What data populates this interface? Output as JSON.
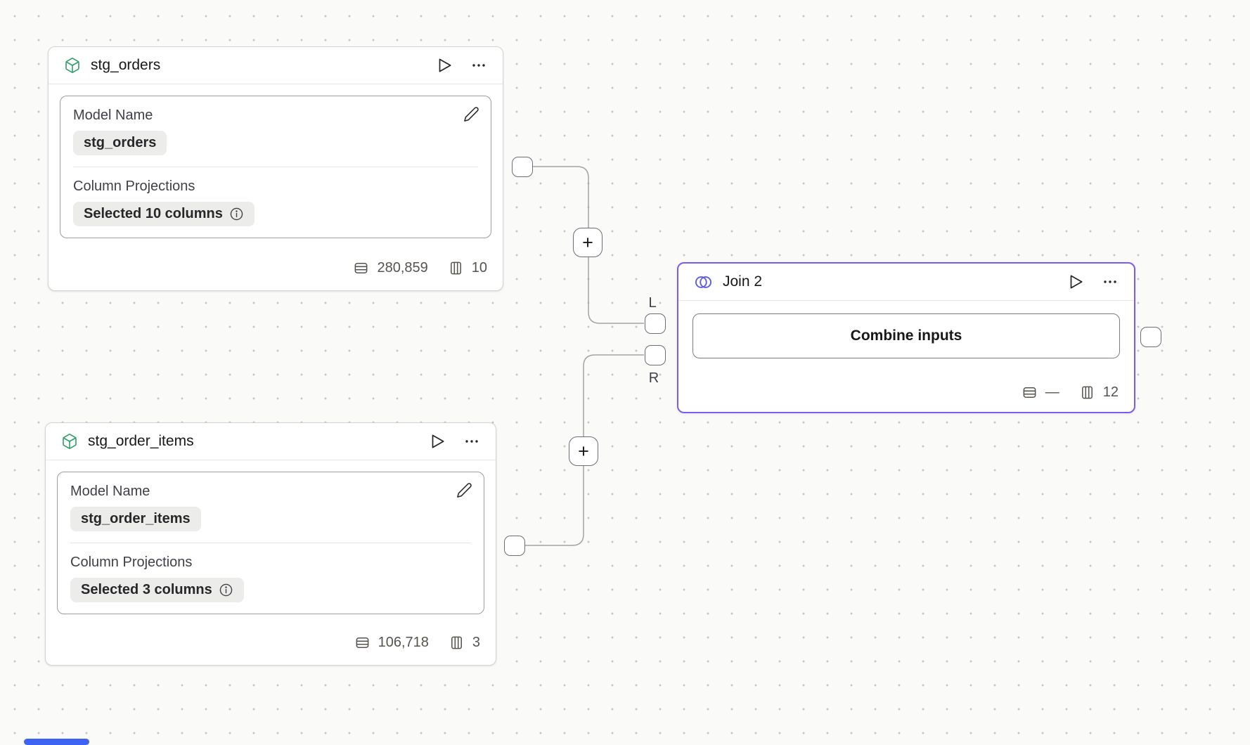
{
  "canvas": {
    "background_color": "#fafaf9",
    "dot_color": "#c6c4c1",
    "edge_color": "#a3a3a3",
    "scrollbar_color": "#3e63f3"
  },
  "edges": {
    "add_button_label": "+",
    "left_port_label": "L",
    "right_port_label": "R"
  },
  "nodes": {
    "stg_orders": {
      "title": "stg_orders",
      "icon": "cube-icon",
      "icon_color": "#2f9e68",
      "model_name_label": "Model Name",
      "model_name_value": "stg_orders",
      "projections_label": "Column Projections",
      "projections_value": "Selected 10 columns",
      "row_count": "280,859",
      "column_count": "10"
    },
    "stg_order_items": {
      "title": "stg_order_items",
      "icon": "cube-icon",
      "icon_color": "#2f9e68",
      "model_name_label": "Model Name",
      "model_name_value": "stg_order_items",
      "projections_label": "Column Projections",
      "projections_value": "Selected 3 columns",
      "row_count": "106,718",
      "column_count": "3"
    },
    "join": {
      "title": "Join 2",
      "icon": "join-circles-icon",
      "accent_color": "#7a5cf0",
      "icon_color": "#5e5ce6",
      "button_label": "Combine inputs",
      "row_count": "—",
      "column_count": "12"
    }
  }
}
